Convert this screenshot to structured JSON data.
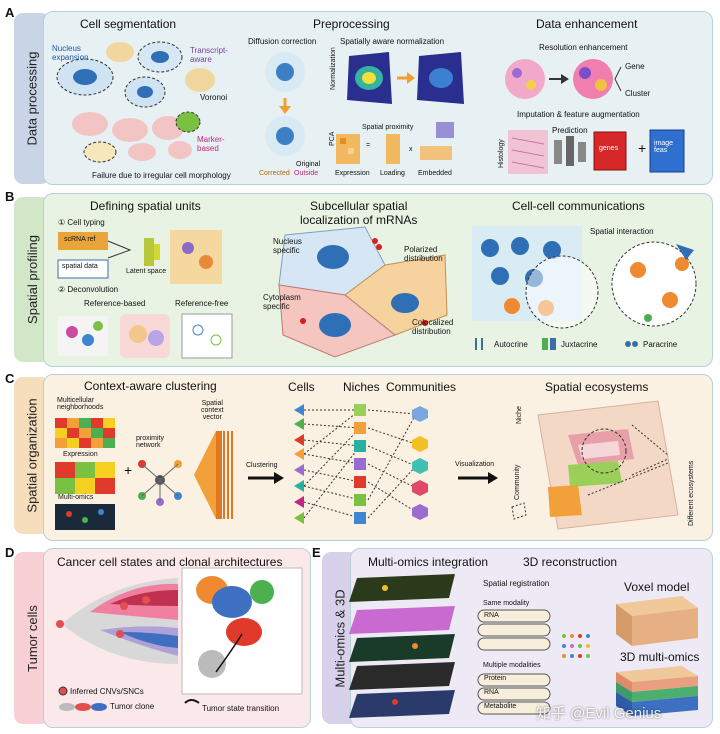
{
  "sections": {
    "a": {
      "letter": "A",
      "label": "Data processing"
    },
    "b": {
      "letter": "B",
      "label": "Spatial profiling"
    },
    "c": {
      "letter": "C",
      "label": "Spatial organization"
    },
    "d": {
      "letter": "D",
      "label": "Tumor cells"
    },
    "e": {
      "letter": "E",
      "label": "Multi-omics & 3D"
    }
  },
  "a": {
    "seg_title": "Cell segmentation",
    "nucleus_expansion": "Nucleus\nexpansion",
    "transcript_aware": "Transcript-\naware",
    "voronoi": "Voronoi",
    "marker_based": "Marker-\nbased",
    "failure": "Failure due to irregular cell morphology",
    "pre_title": "Preprocessing",
    "diffusion": "Diffusion correction",
    "spatial_norm": "Spatially aware normalization",
    "normalization": "Normalization",
    "pca": "PCA",
    "spatial_proximity": "Spatial proximity",
    "expression": "Expression",
    "loading": "Loading",
    "embedded": "Embedded",
    "original": "Original",
    "corrected": "Corrected",
    "outside": "Outside",
    "enh_title": "Data enhancement",
    "resolution": "Resolution enhancement",
    "gene": "Gene",
    "cluster": "Cluster",
    "imputation": "Imputation & feature augmentation",
    "histology": "Histology",
    "prediction": "Prediction",
    "genes": "genes",
    "image_feas": "image\nfeas",
    "eq": "=",
    "times": "x",
    "plus": "+"
  },
  "b": {
    "units_title": "Defining spatial units",
    "cell_typing": "① Cell typing",
    "scrna": "scRNA ref",
    "spatial_data": "spatial data",
    "latent": "Latent space",
    "deconv": "② Deconvolution",
    "ref_based": "Reference-based",
    "ref_free": "Reference-free",
    "sub_title": "Subcellular spatial\nlocalization of mRNAs",
    "nucleus_specific": "Nucleus\nspecific",
    "polarized": "Polarized\ndistribution",
    "cytoplasm_specific": "Cytoplasm\nspecific",
    "colocalized": "Colocalized\ndistribution",
    "ccc_title": "Cell-cell communications",
    "spatial_interaction": "Spatial interaction",
    "autocrine": "Autocrine",
    "juxtacrine": "Juxtacrine",
    "paracrine": "Paracrine"
  },
  "c": {
    "cac_title": "Context-aware clustering",
    "multicellular": "Multicellular\nneighborhoods",
    "expression": "Expression",
    "multiomics": "Multi-omics",
    "proximity": "proximity\nnetwork",
    "context_vector": "Spatial\ncontext\nvector",
    "clustering": "Clustering",
    "cells": "Cells",
    "niches": "Niches",
    "communities": "Communities",
    "visualization": "Visualization",
    "eco_title": "Spatial ecosystems",
    "niche": "Niche",
    "community": "Community",
    "different": "Different ecosystems",
    "plus": "+"
  },
  "d": {
    "title": "Cancer cell states and clonal architectures",
    "inferred": "Inferred CNVs/SNCs",
    "clone": "Tumor clone",
    "transition": "Tumor state transition"
  },
  "e": {
    "moi_title": "Multi-omics integration",
    "recon_title": "3D reconstruction",
    "registration": "Spatial registration",
    "same": "Same modality",
    "rna": "RNA",
    "multiple": "Multiple modalities",
    "protein": "Protein",
    "rna2": "RNA",
    "metabolite": "Metabolite",
    "voxel": "Voxel model",
    "multiomics3d": "3D multi-omics"
  },
  "watermark": "知乎 @Evil Genius",
  "colors": {
    "a_panel": "#e7f0f3",
    "b_panel": "#e9f3e3",
    "c_panel": "#fbf1e2",
    "d_panel": "#fbe8ea",
    "e_panel": "#eeeaf5"
  }
}
